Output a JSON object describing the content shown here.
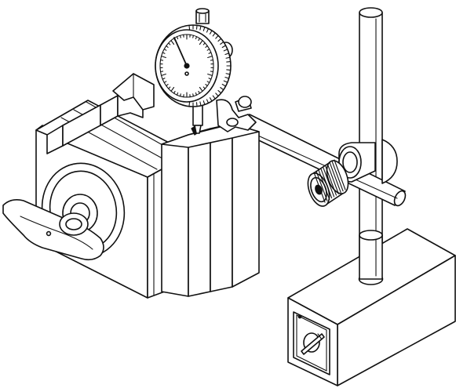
{
  "colors": {
    "line": "#111111",
    "fill": "#ffffff",
    "accent": "#111111"
  },
  "components": {
    "vise_clamp": "magnetic-vise",
    "dial_indicator": "dial-indicator",
    "gauge_blocks": "gauge-blocks",
    "magnetic_base": "magnetic-base",
    "support_rod": "vertical-rod",
    "indicator_arm": "horizontal-arm"
  },
  "dial": {
    "tick_count": 50,
    "major_every": 5
  }
}
